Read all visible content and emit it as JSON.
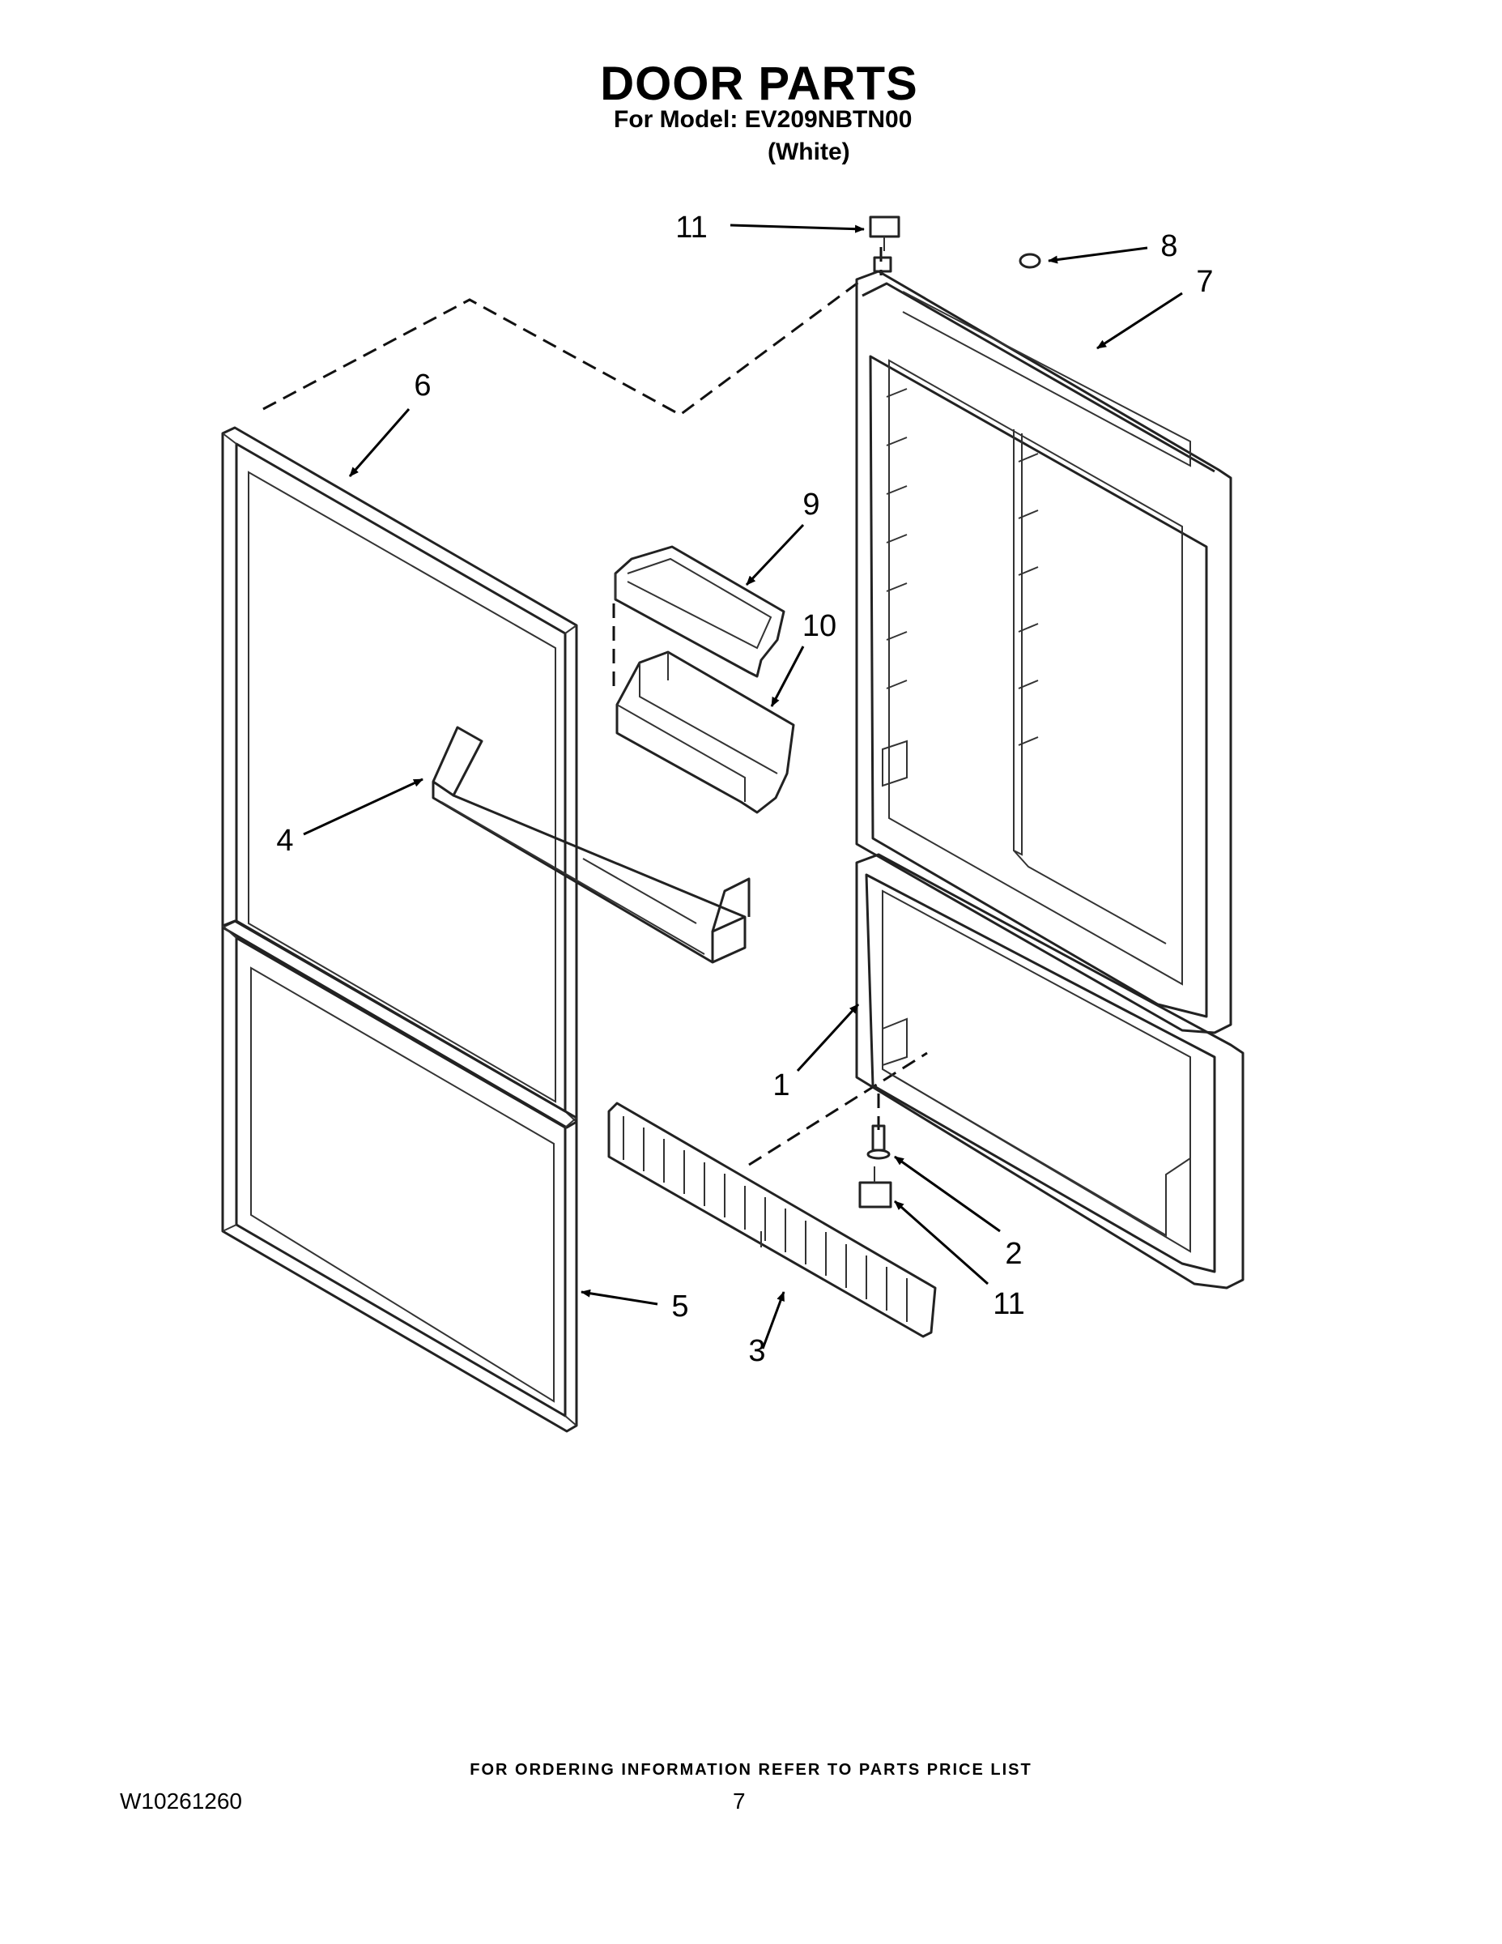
{
  "header": {
    "title": "DOOR PARTS",
    "model_line": "For Model: EV209NBTN00",
    "color_line": "(White)"
  },
  "callouts": [
    {
      "id": "callout-1",
      "label": "1"
    },
    {
      "id": "callout-2",
      "label": "2"
    },
    {
      "id": "callout-3",
      "label": "3"
    },
    {
      "id": "callout-4",
      "label": "4"
    },
    {
      "id": "callout-5",
      "label": "5"
    },
    {
      "id": "callout-6",
      "label": "6"
    },
    {
      "id": "callout-7",
      "label": "7"
    },
    {
      "id": "callout-8",
      "label": "8"
    },
    {
      "id": "callout-9",
      "label": "9"
    },
    {
      "id": "callout-10",
      "label": "10"
    },
    {
      "id": "callout-11-top",
      "label": "11"
    },
    {
      "id": "callout-11-bottom",
      "label": "11"
    }
  ],
  "footer": {
    "ordering_note": "FOR ORDERING INFORMATION REFER TO PARTS PRICE LIST",
    "doc_number": "W10261260",
    "page_number": "7"
  }
}
